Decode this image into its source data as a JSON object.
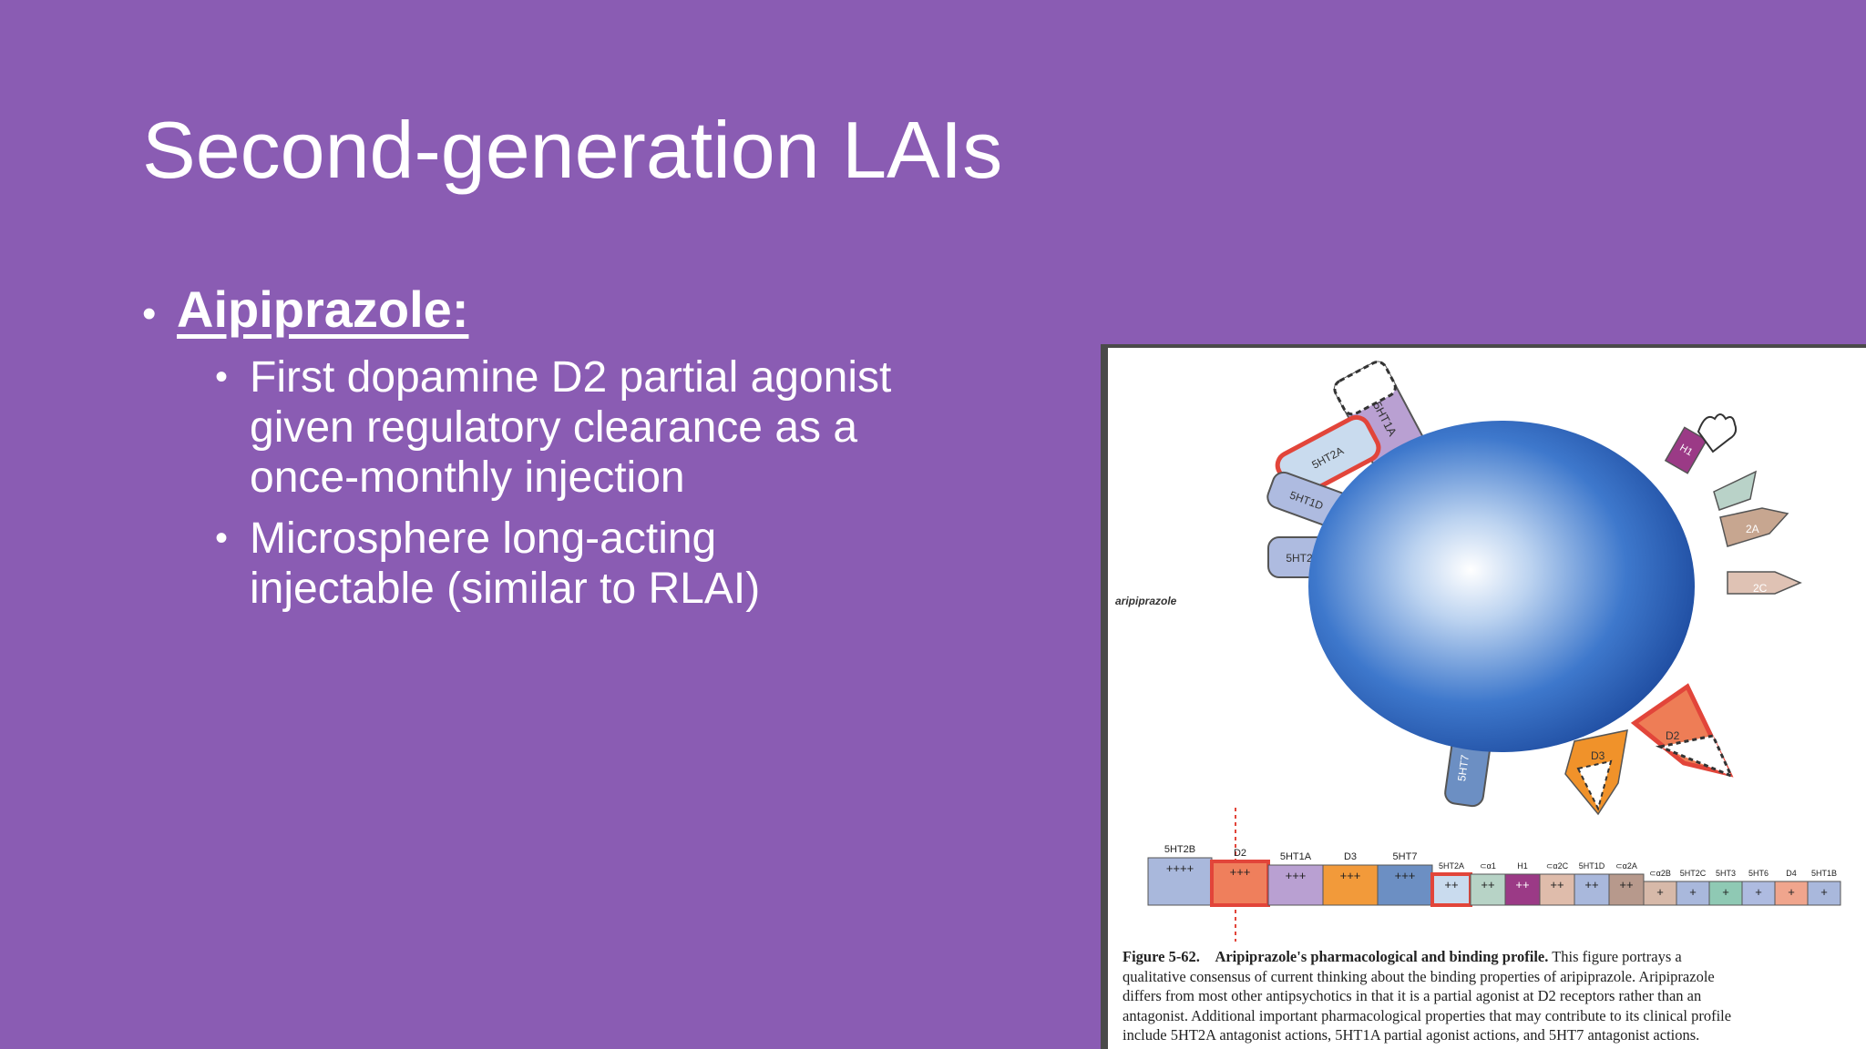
{
  "slide": {
    "title": "Second-generation LAIs",
    "bullet": {
      "label": "Aipiprazole:",
      "subs": [
        "First dopamine D2 partial agonist given regulatory clearance as a once-monthly injection",
        "Microsphere long-acting injectable (similar to RLAI)"
      ]
    }
  },
  "figure": {
    "drug_label": "aripiprazole",
    "receptor_tabs": [
      "5HT1A",
      "5HT2A",
      "5HT1D",
      "5HT2B",
      "H1",
      "2A",
      "2C",
      "5HT7",
      "D3",
      "D2"
    ],
    "bar_labels": [
      "5HT2B",
      "D2",
      "5HT1A",
      "D3",
      "5HT7",
      "5HT2A",
      "⊂α1",
      "H1",
      "⊂α2C",
      "5HT1D",
      "⊂α2A",
      "⊂α2B",
      "5HT2C",
      "5HT3",
      "5HT6",
      "D4",
      "5HT1B"
    ],
    "bar_values": [
      "++++",
      "+++",
      "+++",
      "+++",
      "+++",
      "++",
      "++",
      "++",
      "++",
      "++",
      "++",
      "+",
      "+",
      "+",
      "+",
      "+",
      "+"
    ],
    "caption": {
      "figure_no": "Figure 5-62.",
      "heading": "Aripiprazole's pharmacological and binding profile.",
      "line1": "This figure portrays a",
      "line2": "qualitative consensus of current thinking about the binding properties of aripiprazole. Aripiprazole",
      "line3": "differs from most other antipsychotics in that it is a partial agonist at D2 receptors rather than an",
      "line4": "antagonist. Additional important pharmacological properties that may contribute to its clinical profile",
      "line5": "include 5HT2A antagonist actions, 5HT1A partial agonist actions, and 5HT7 antagonist actions."
    }
  },
  "colors": {
    "background": "#8a5cb3",
    "sphere": "#2c63c2",
    "highlight_red": "#e2453a"
  }
}
